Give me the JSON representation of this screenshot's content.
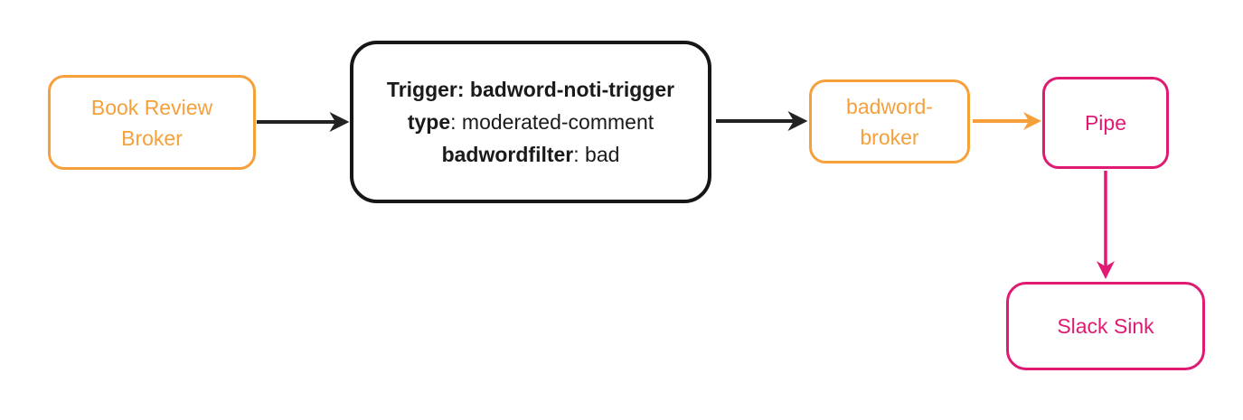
{
  "colors": {
    "orange": "#F5A03B",
    "pink": "#E01A73",
    "node-black": "#161616",
    "arrow-dark": "#222222",
    "bg": "#FFFFFF"
  },
  "nodes": {
    "book_review_broker": {
      "lines": [
        "Book Review",
        "Broker"
      ]
    },
    "trigger": {
      "line1": "Trigger: badword-noti-trigger",
      "line2_bold": "type",
      "line2_rest": ": moderated-comment",
      "line3_bold": "badwordfilter",
      "line3_rest": ": bad"
    },
    "badword_broker": {
      "lines": [
        "badword-",
        "broker"
      ]
    },
    "pipe": {
      "label": "Pipe"
    },
    "slack_sink": {
      "label": "Slack Sink"
    }
  },
  "edges": [
    {
      "from": "book_review_broker",
      "to": "trigger",
      "color": "black"
    },
    {
      "from": "trigger",
      "to": "badword_broker",
      "color": "black"
    },
    {
      "from": "badword_broker",
      "to": "pipe",
      "color": "orange"
    },
    {
      "from": "pipe",
      "to": "slack_sink",
      "color": "pink"
    }
  ]
}
